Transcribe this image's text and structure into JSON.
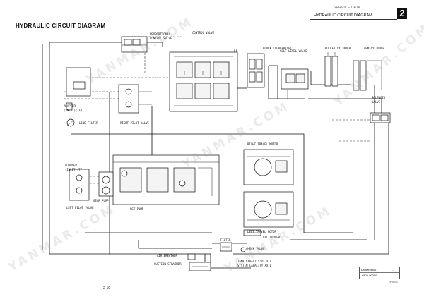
{
  "header": {
    "service_data": "SERVICE DATA",
    "subtitle": "HYDRAULIC CIRCUIT DIAGRAM",
    "chapter": "2"
  },
  "title": "HYDRAULIC CIRCUIT DIAGRAM",
  "labels": {
    "proportional_valve": "PROPORTIONAL\nCONTROL VALVE",
    "control_valve": "CONTROL VALVE",
    "block_coupler": "BLOCK COUPLER(SP)",
    "self_level_valve": "SELF-LEVEL VALVE",
    "bucket_cylinder": "BUCKET CYLINDER",
    "arm_cylinder": "ARM CYLINDER",
    "solenoid_valve": "SOLENOID\nVALVE",
    "adapter_top": "ADAPTER\n(INLET)(TF)",
    "line_filter": "LINE FILTER",
    "right_pilot_valve": "RIGHT PILOT VALVE",
    "right_travel_motor": "RIGHT TRAVEL MOTOR",
    "adapter_mid": "ADAPTER\n(INLET)(TF)",
    "left_pilot_valve": "LEFT PILOT VALVE",
    "gear_pump": "GEAR PUMP",
    "hst_pump": "HST PUMP",
    "left_travel_motor": "LEFT TRAVEL MOTOR",
    "oil_cooler": "OIL COOLER",
    "filter": "FILTER",
    "check_valve": "CHECK VALVE",
    "air_breather": "AIR BREATHER",
    "suction_strainer": "SUCTION STRAINER",
    "tank_capacity": "TANK CAPACITY:XX.X L\nSYSTEM CAPACITY:XX L"
  },
  "drawing": {
    "label": "Drawing No.",
    "value": "9809-00050",
    "sheet": "1"
  },
  "page_number": "2-10",
  "part_code": "HP0000",
  "watermark": "YANMAR.COM"
}
